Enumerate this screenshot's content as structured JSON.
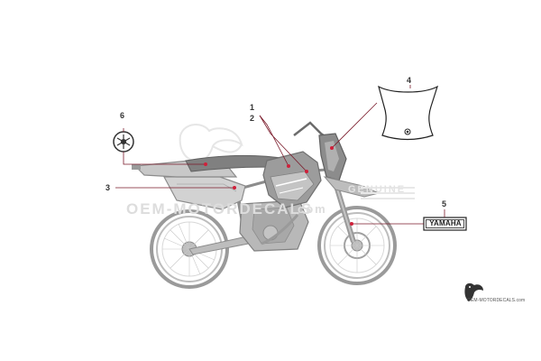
{
  "callouts": {
    "c1": "1",
    "c2": "2",
    "c3": "3",
    "c4": "4",
    "c5": "5",
    "c6": "6"
  },
  "decal_5_text": "YAMAHA",
  "watermark": {
    "center": "OEM-MOTORDECALS",
    "suffix": "com",
    "genuine": "GENUINE"
  },
  "footer_text": "OEM-MOTORDECALS.com",
  "colors": {
    "leader": "#7a1a2a",
    "dot": "#d0203a",
    "bike_outline": "#9a9a9a",
    "bike_fill": "#cfcfcf",
    "bike_dark": "#8c8c8c",
    "label": "#333333"
  },
  "icons": {
    "logo": "toucan-logo-icon",
    "emblem": "tuning-fork-emblem-icon"
  }
}
